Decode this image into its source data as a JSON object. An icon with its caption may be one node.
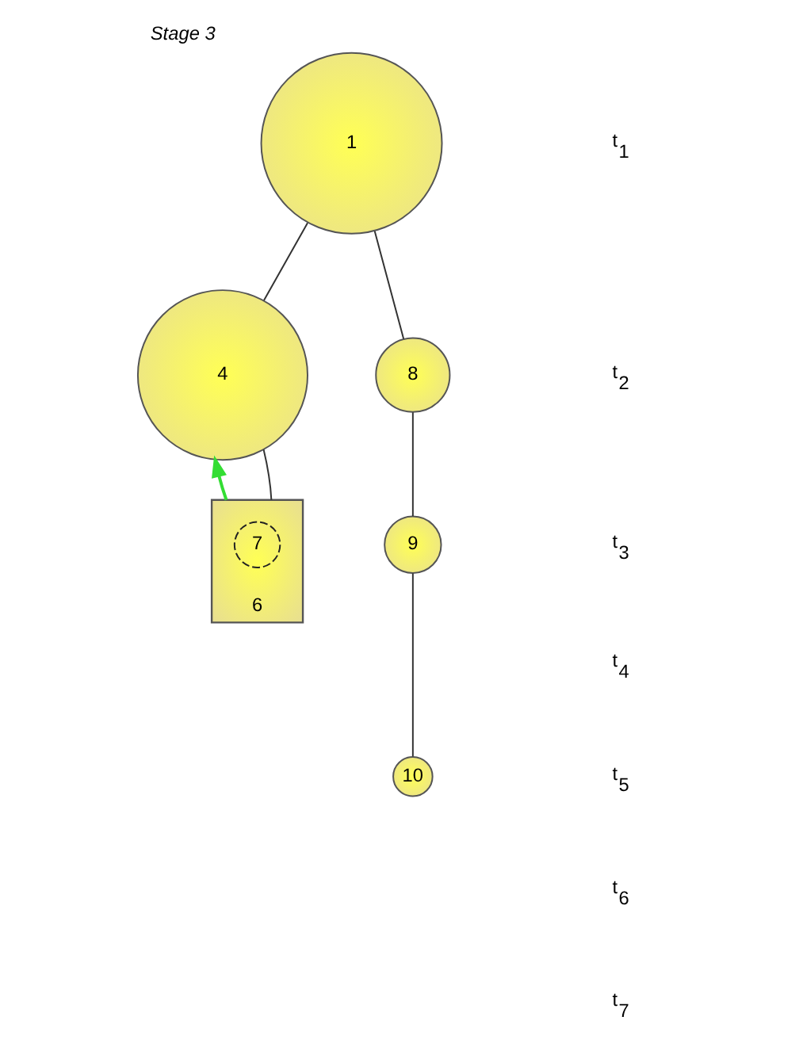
{
  "diagram": {
    "title": "Stage 3",
    "nodes": [
      {
        "text": [
          "1"
        ]
      },
      {
        "text": [
          "4"
        ]
      },
      {
        "text": [
          "8"
        ]
      },
      {
        "text": [
          "6"
        ]
      },
      {
        "text": [
          "7"
        ],
        "in": 3
      },
      {
        "text": [
          "9"
        ]
      },
      {
        "text": [
          "10"
        ]
      }
    ],
    "edges": [
      {
        "from": 0,
        "to": 1,
        "arrow": "none"
      },
      {
        "from": 0,
        "to": 2,
        "arrow": "none"
      },
      {
        "from": 1,
        "to": 3,
        "arrow": "none"
      },
      {
        "from": 2,
        "to": 5,
        "arrow": "none"
      },
      {
        "from": 5,
        "to": 6,
        "arrow": "none"
      },
      {
        "from": 3,
        "to": 1,
        "arrow": "to",
        "color": "#33dd33"
      }
    ],
    "labels": [
      "t$_{1}$",
      "t$_{2}$",
      "t$_{3}$",
      "t$_{4}$",
      "t$_{5}$",
      "t$_{6}$",
      "t$_{7}$"
    ]
  }
}
